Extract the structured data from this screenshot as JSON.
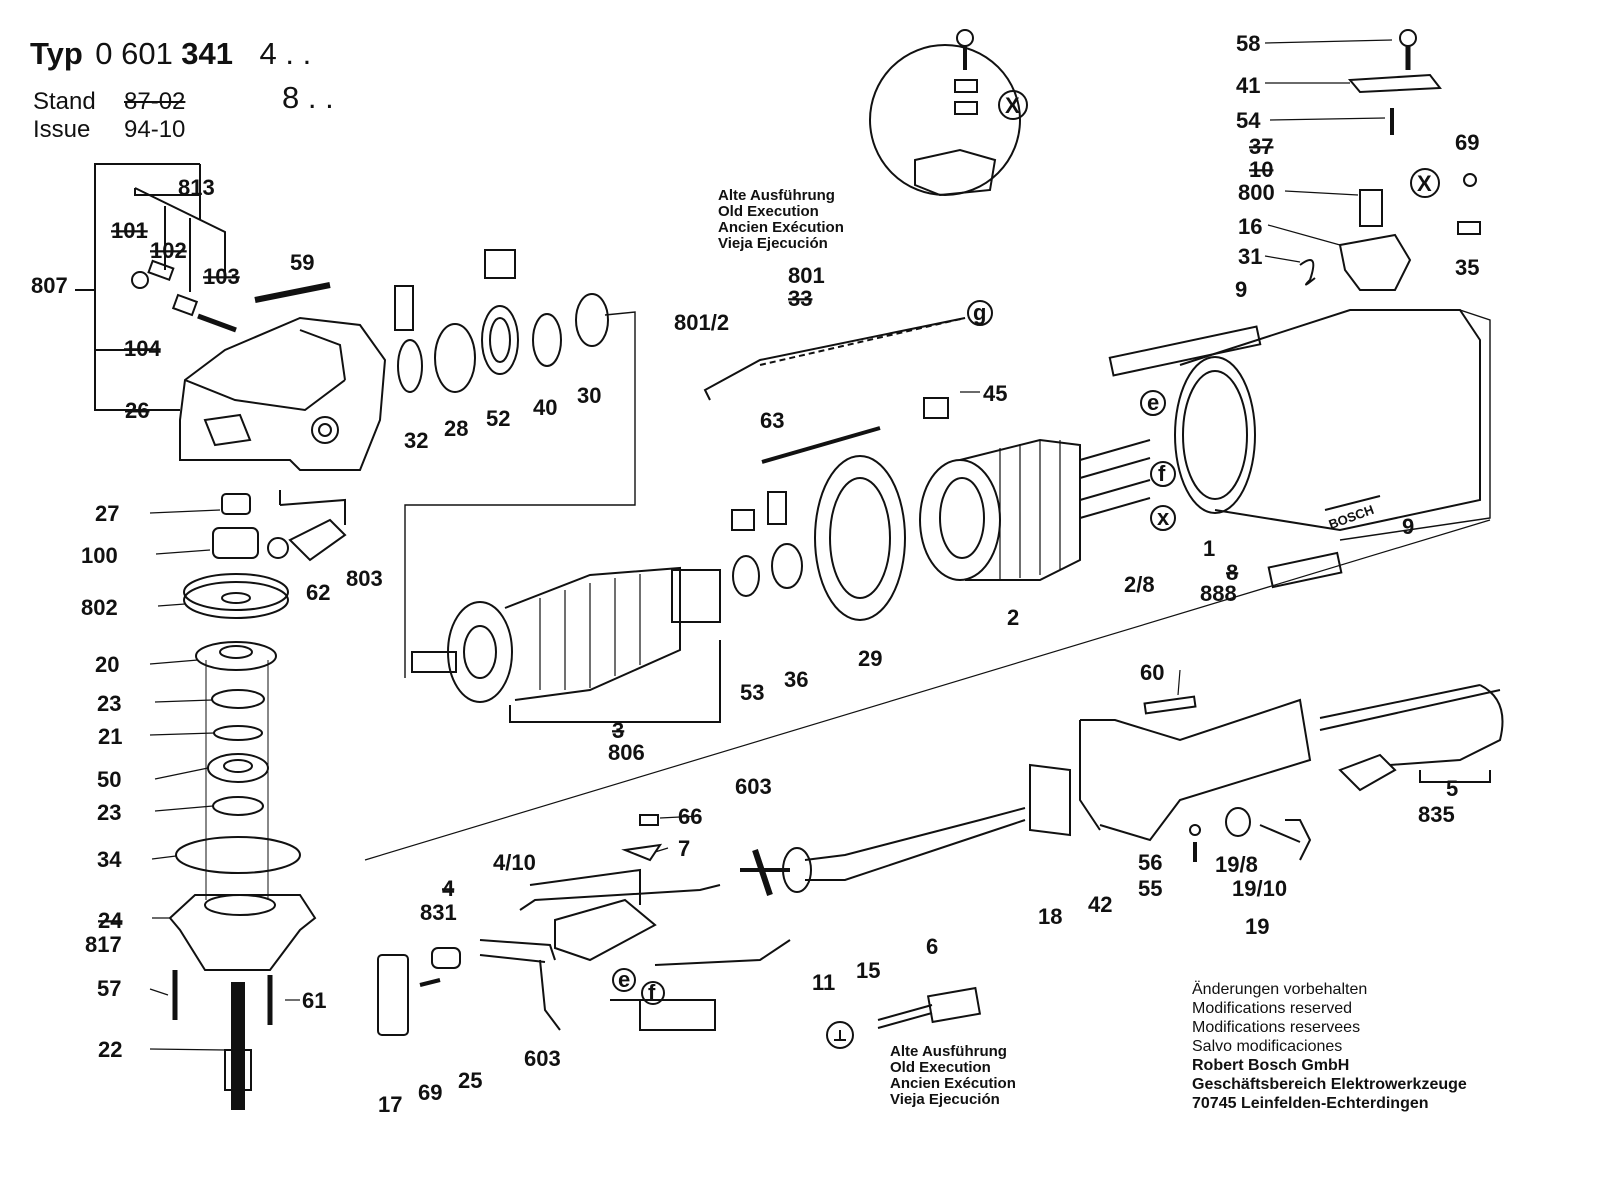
{
  "header": {
    "typ_label": "Typ",
    "typ_number_a": "0 601",
    "typ_number_b": "341",
    "variant_1": "4 . .",
    "variant_2": "8 . .",
    "stand_label": "Stand",
    "stand_value": "87-02",
    "issue_label": "Issue",
    "issue_value": "94-10"
  },
  "notes": {
    "old_execution_top": [
      "Alte Ausführung",
      "Old Execution",
      "Ancien Exécution",
      "Vieja Ejecución"
    ],
    "old_execution_bottom": [
      "Alte Ausführung",
      "Old Execution",
      "Ancien Exécution",
      "Vieja Ejecución"
    ]
  },
  "footer": {
    "lines": [
      "Änderungen vorbehalten",
      "Modifications reserved",
      "Modifications reservees",
      "Salvo modificaciones"
    ],
    "company": [
      "Robert Bosch GmbH",
      "Geschäftsbereich Elektrowerkzeuge",
      "70745 Leinfelden-Echterdingen"
    ]
  },
  "housing_brand": "BOSCH",
  "callouts": {
    "p813": "813",
    "p101": "101",
    "p102": "102",
    "p103": "103",
    "p807": "807",
    "p104": "104",
    "p26": "26",
    "p59": "59",
    "p27": "27",
    "p100": "100",
    "p802": "802",
    "p20": "20",
    "p23a": "23",
    "p21": "21",
    "p50": "50",
    "p23b": "23",
    "p34": "34",
    "p24": "24",
    "p817": "817",
    "p57": "57",
    "p61": "61",
    "p22": "22",
    "p62": "62",
    "p803": "803",
    "p32": "32",
    "p28": "28",
    "p52": "52",
    "p40": "40",
    "p30": "30",
    "p801_2": "801/2",
    "p801": "801",
    "p33": "33",
    "p63": "63",
    "p45": "45",
    "p3": "3",
    "p806": "806",
    "p53": "53",
    "p36": "36",
    "p29": "29",
    "p2": "2",
    "p2_8": "2/8",
    "p8": "8",
    "p888": "888",
    "p1": "1",
    "p9a": "9",
    "p9b": "9",
    "p58": "58",
    "p41": "41",
    "p54": "54",
    "p37": "37",
    "p10": "10",
    "p800": "800",
    "p16": "16",
    "p31": "31",
    "p69a": "69",
    "p35": "35",
    "p60": "60",
    "p5": "5",
    "p835": "835",
    "p603a": "603",
    "p66": "66",
    "p7": "7",
    "p4_10": "4/10",
    "p4": "4",
    "p831": "831",
    "p11": "11",
    "p15": "15",
    "p6": "6",
    "p18": "18",
    "p42": "42",
    "p56": "56",
    "p55": "55",
    "p19_8": "19/8",
    "p19_10": "19/10",
    "p19": "19",
    "p17": "17",
    "p69b": "69",
    "p25": "25",
    "p603b": "603"
  },
  "ref_letters": {
    "x_top": "X",
    "x_right": "X",
    "e": "e",
    "f": "f",
    "x_small": "x",
    "g": "g",
    "e2": "e",
    "f2": "f"
  }
}
